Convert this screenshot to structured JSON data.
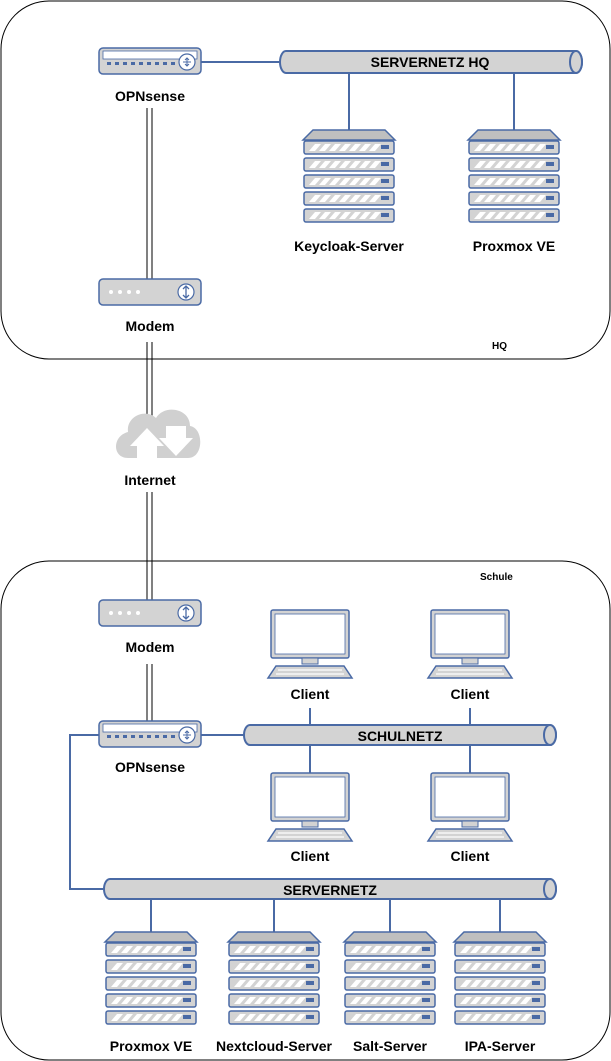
{
  "zones": {
    "hq": "HQ",
    "school": "Schule"
  },
  "networks": {
    "servernetz_hq": "SERVERNETZ HQ",
    "schulnetz": "SCHULNETZ",
    "servernetz": "SERVERNETZ"
  },
  "devices": {
    "hq_firewall": "OPNsense",
    "keycloak": "Keycloak-Server",
    "hq_proxmox": "Proxmox VE",
    "hq_modem": "Modem",
    "internet": "Internet",
    "school_modem": "Modem",
    "school_firewall": "OPNsense",
    "client_1": "Client",
    "client_2": "Client",
    "client_3": "Client",
    "client_4": "Client",
    "school_proxmox": "Proxmox VE",
    "nextcloud": "Nextcloud-Server",
    "salt": "Salt-Server",
    "ipa": "IPA-Server"
  },
  "colors": {
    "device_fill": "#d3d3d3",
    "device_stroke": "#4a6aa5",
    "link": "#4a6aa5",
    "cloud": "#d0d0d0"
  },
  "icons": {
    "firewall": "firewall-icon",
    "modem": "modem-icon",
    "server": "server-icon",
    "client": "desktop-computer-icon",
    "cloud": "cloud-icon"
  }
}
